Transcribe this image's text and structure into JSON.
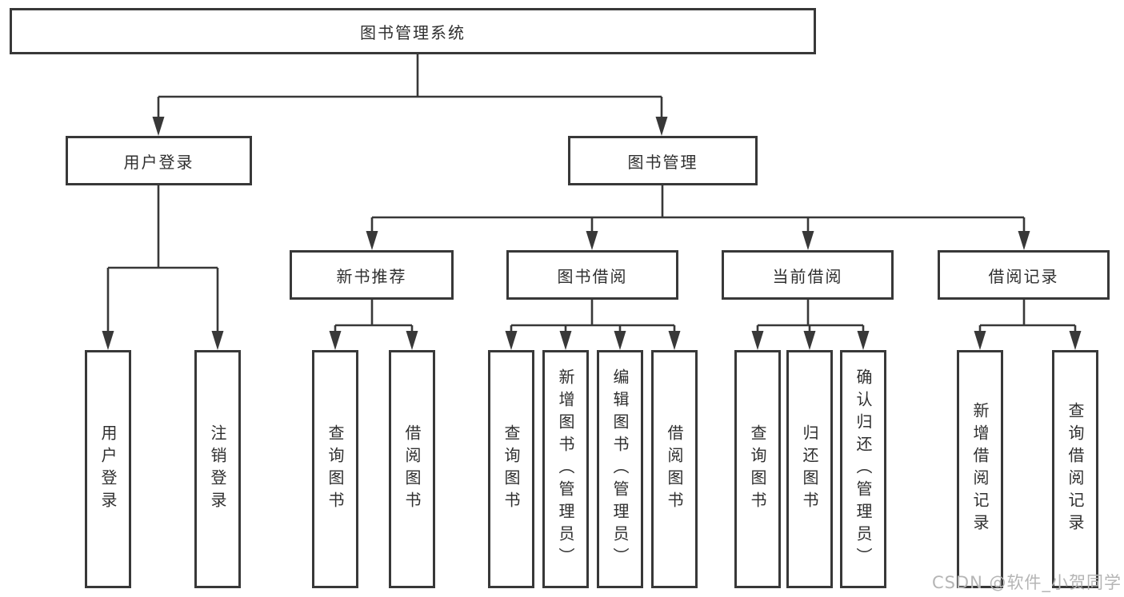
{
  "nodes": {
    "root": "图书管理系统",
    "level2": [
      "用户登录",
      "图书管理"
    ],
    "level3": [
      "新书推荐",
      "图书借阅",
      "当前借阅",
      "借阅记录"
    ],
    "leaves_user_login": [
      "用户登录",
      "注销登录"
    ],
    "leaves_new_book": [
      "查询图书",
      "借阅图书"
    ],
    "leaves_book_borrow": [
      "查询图书",
      "新增图书（管理员）",
      "编辑图书（管理员）",
      "借阅图书"
    ],
    "leaves_current_borrow": [
      "查询图书",
      "归还图书",
      "确认归还（管理员）"
    ],
    "leaves_borrow_record": [
      "新增借阅记录",
      "查询借阅记录"
    ]
  },
  "watermark": "CSDN @软件_小贺同学",
  "colors": {
    "line": "#383838",
    "text": "#2f2f2f",
    "box_background": "#ffffff",
    "watermark": "#b5b5b5",
    "page_background": "#ffffff"
  }
}
